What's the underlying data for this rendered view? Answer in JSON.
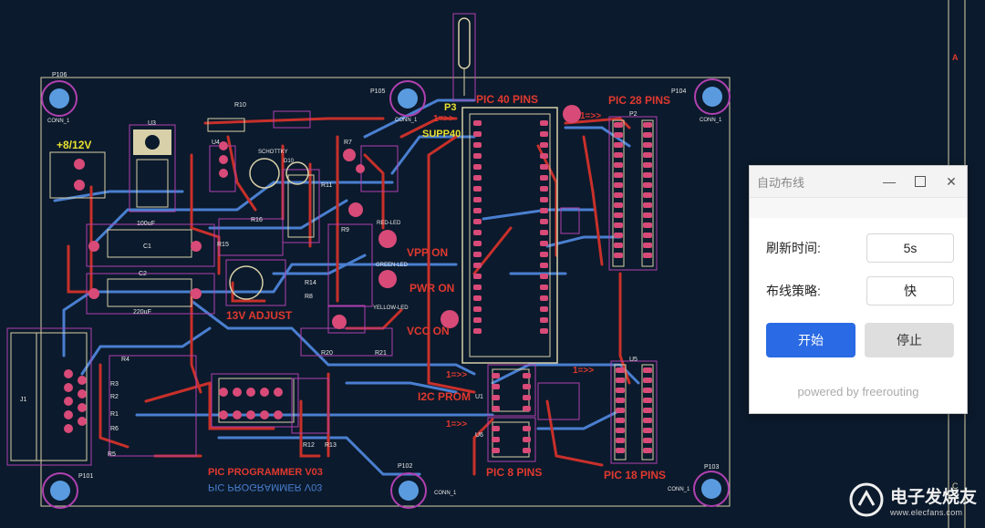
{
  "pcb": {
    "labels": {
      "p106": "P106",
      "p105": "P105",
      "p104": "P104",
      "p101": "P101",
      "p102": "P102",
      "p103": "P103",
      "conn1": "CONN_1",
      "pic40": "PIC 40 PINS",
      "pic28": "PIC 28 PINS",
      "pic8": "PIC 8 PINS",
      "pic18": "PIC 18 PINS",
      "p3": "P3",
      "supp40": "SUPP40",
      "p2": "P2",
      "v812": "+8/12V",
      "vpp_on": "VPP ON",
      "pwr_on": "PWR ON",
      "vcc_on": "VCC ON",
      "adjust": "13V ADJUST",
      "i2c": "I2C PROM",
      "programmer": "PIC PROGRAMMER V03",
      "programmer_mirror": "PIC PROGRAMMER V03",
      "arrow": "1=>>",
      "u3": "U3",
      "u4": "U4",
      "u1": "U1",
      "u5": "U5",
      "u6": "U6",
      "c1": "C1",
      "c2": "C2",
      "j1": "J1",
      "c2val": "220uF",
      "c1val": "100uF",
      "red_led": "RED-LED",
      "green_led": "GREEN-LED",
      "yellow_led": "YELLOW-LED",
      "r_labels": [
        "R10",
        "R7",
        "R9",
        "R14",
        "R8",
        "R15",
        "R16",
        "R12",
        "R13",
        "R21",
        "R20",
        "R4",
        "R3",
        "R2",
        "R1",
        "R6",
        "R5",
        "R11"
      ],
      "schottky": "SCHOTTKY",
      "d10": "D10"
    }
  },
  "dialog": {
    "title": "自动布线",
    "refresh_label": "刷新时间:",
    "refresh_value": "5s",
    "strategy_label": "布线策略:",
    "strategy_value": "快",
    "start_button": "开始",
    "stop_button": "停止",
    "powered_by": "powered by freerouting"
  },
  "watermark": {
    "brand": "电子发烧友",
    "url": "www.elecfans.com"
  },
  "colors": {
    "background": "#0b1a2c",
    "trace_red": "#c8302a",
    "trace_blue": "#4a7fd0",
    "pad": "#d84a78",
    "accent": "#2a6ae4"
  }
}
